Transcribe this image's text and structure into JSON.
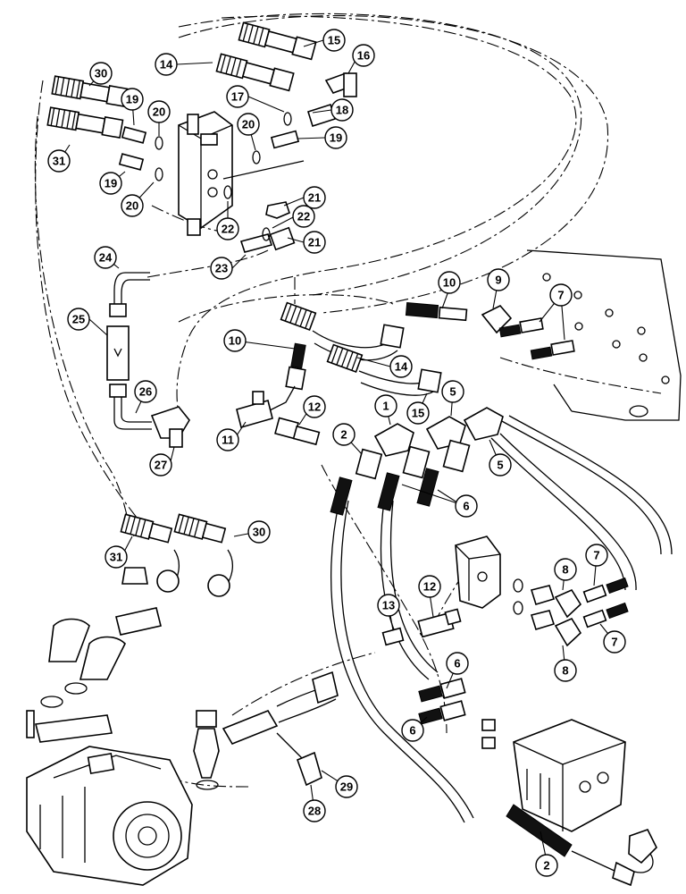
{
  "callouts": [
    {
      "id": "c30a",
      "label": "30"
    },
    {
      "id": "c31a",
      "label": "31"
    },
    {
      "id": "c19a",
      "label": "19"
    },
    {
      "id": "c20a",
      "label": "20"
    },
    {
      "id": "c19b",
      "label": "19"
    },
    {
      "id": "c20b",
      "label": "20"
    },
    {
      "id": "c14a",
      "label": "14"
    },
    {
      "id": "c15a",
      "label": "15"
    },
    {
      "id": "c16",
      "label": "16"
    },
    {
      "id": "c17",
      "label": "17"
    },
    {
      "id": "c20c",
      "label": "20"
    },
    {
      "id": "c18",
      "label": "18"
    },
    {
      "id": "c19c",
      "label": "19"
    },
    {
      "id": "c21a",
      "label": "21"
    },
    {
      "id": "c22a",
      "label": "22"
    },
    {
      "id": "c22b",
      "label": "22"
    },
    {
      "id": "c21b",
      "label": "21"
    },
    {
      "id": "c23",
      "label": "23"
    },
    {
      "id": "c24",
      "label": "24"
    },
    {
      "id": "c25",
      "label": "25"
    },
    {
      "id": "c26",
      "label": "26"
    },
    {
      "id": "c27",
      "label": "27"
    },
    {
      "id": "c10a",
      "label": "10"
    },
    {
      "id": "c9",
      "label": "9"
    },
    {
      "id": "c7a",
      "label": "7"
    },
    {
      "id": "c10b",
      "label": "10"
    },
    {
      "id": "c14b",
      "label": "14"
    },
    {
      "id": "c15b",
      "label": "15"
    },
    {
      "id": "c11",
      "label": "11"
    },
    {
      "id": "c12a",
      "label": "12"
    },
    {
      "id": "c1",
      "label": "1"
    },
    {
      "id": "c5a",
      "label": "5"
    },
    {
      "id": "c5b",
      "label": "5"
    },
    {
      "id": "c2a",
      "label": "2"
    },
    {
      "id": "c6a",
      "label": "6"
    },
    {
      "id": "c31b",
      "label": "31"
    },
    {
      "id": "c30b",
      "label": "30"
    },
    {
      "id": "c8a",
      "label": "8"
    },
    {
      "id": "c7b",
      "label": "7"
    },
    {
      "id": "c7c",
      "label": "7"
    },
    {
      "id": "c8b",
      "label": "8"
    },
    {
      "id": "c13",
      "label": "13"
    },
    {
      "id": "c12b",
      "label": "12"
    },
    {
      "id": "c6b",
      "label": "6"
    },
    {
      "id": "c6c",
      "label": "6"
    },
    {
      "id": "c28",
      "label": "28"
    },
    {
      "id": "c29",
      "label": "29"
    },
    {
      "id": "c2b",
      "label": "2"
    }
  ]
}
